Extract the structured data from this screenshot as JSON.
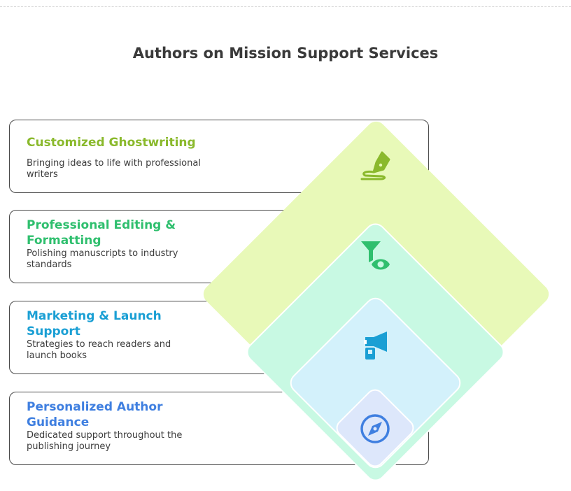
{
  "title": "Authors on Mission Support Services",
  "services": [
    {
      "title": "Customized Ghostwriting",
      "description": "Bringing ideas to life with professional writers",
      "icon": "pen-nib-icon",
      "color": "#8ab92c",
      "fill": "#e8f9b8"
    },
    {
      "title": "Professional Editing & Formatting",
      "description": "Polishing manuscripts to industry standards",
      "icon": "filter-eye-icon",
      "color": "#2fbf6e",
      "fill": "#c8f9e3"
    },
    {
      "title": "Marketing & Launch Support",
      "description": "Strategies to reach readers and launch books",
      "icon": "megaphone-icon",
      "color": "#1a9fd4",
      "fill": "#d3f1fb"
    },
    {
      "title": "Personalized Author Guidance",
      "description": "Dedicated support throughout the publishing journey",
      "icon": "compass-icon",
      "color": "#3f7fe0",
      "fill": "#dde7fb"
    }
  ]
}
